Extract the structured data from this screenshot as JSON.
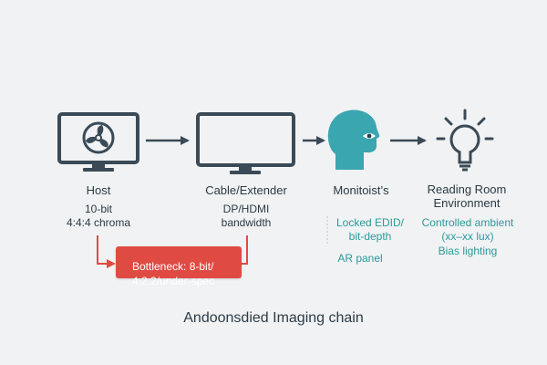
{
  "colors": {
    "background": "#f1f2f3",
    "icon_dark": "#3a4a56",
    "head_teal": "#3aa6b0",
    "accent_teal": "#2a9a9c",
    "bottleneck_red": "#df4b43"
  },
  "stages": {
    "host": {
      "name": "Host",
      "spec_line1": "10-bit",
      "spec_line2": "4:4:4 chroma"
    },
    "cable": {
      "name": "Cable/Extender",
      "spec_line1": "DP/HDMI",
      "spec_line2": "bandwidth"
    },
    "monitor": {
      "name": "Monitoist’s",
      "spec_line1": "Locked EDID/",
      "spec_line2": "bit-depth",
      "spec_line3": "AR panel"
    },
    "room": {
      "name_line1": "Reading Room",
      "name_line2": "Environment",
      "spec_line1": "Controlled ambient",
      "spec_line2": "(xx–xx lux)",
      "spec_line3": "Bias lighting"
    }
  },
  "bottleneck": {
    "line1": "Bottleneck: 8-bit/",
    "line2": "4:2:2/under-spec"
  },
  "caption": "Andoonsdied Imaging chain",
  "icons": [
    "fan-icon",
    "monitor-icon",
    "head-icon",
    "lightbulb-icon",
    "arrow-right-icon"
  ]
}
